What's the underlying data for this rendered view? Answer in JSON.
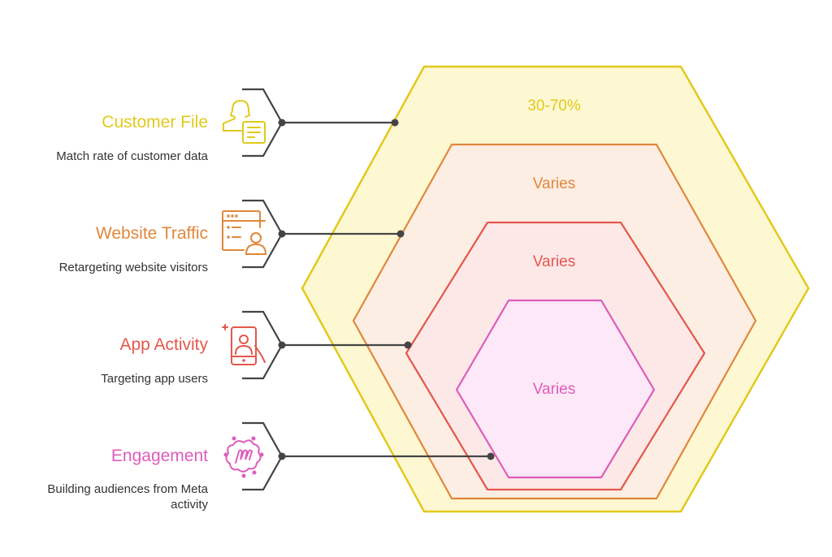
{
  "colors": {
    "yellow": "#e2c91c",
    "orange": "#e0873a",
    "red": "#e4574c",
    "pink": "#dd5cbc"
  },
  "layers": [
    {
      "value": "30-70%"
    },
    {
      "value": "Varies"
    },
    {
      "value": "Varies"
    },
    {
      "value": "Varies"
    }
  ],
  "sources": [
    {
      "title": "Customer File",
      "description": "Match rate of customer data",
      "icon": "customer-file-icon"
    },
    {
      "title": "Website Traffic",
      "description": "Retargeting website visitors",
      "icon": "website-user-icon"
    },
    {
      "title": "App Activity",
      "description": "Targeting app users",
      "icon": "mobile-app-icon"
    },
    {
      "title": "Engagement",
      "description": "Building audiences from Meta activity",
      "icon": "meta-engagement-icon"
    }
  ]
}
